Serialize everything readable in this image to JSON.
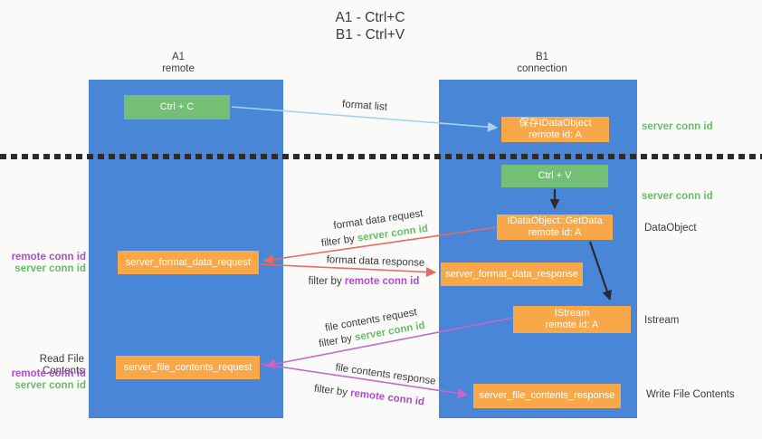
{
  "title": {
    "line1": "A1 - Ctrl+C",
    "line2": "B1 - Ctrl+V"
  },
  "lanes": {
    "left": {
      "name": "A1",
      "sub": "remote"
    },
    "right": {
      "name": "B1",
      "sub": "connection"
    }
  },
  "nodes": {
    "ctrl_c": {
      "label": "Ctrl + C"
    },
    "save_idataobject": {
      "line1": "保存IDataObject",
      "line2": "remote id: A"
    },
    "ctrl_v": {
      "label": "Ctrl + V"
    },
    "getdata": {
      "line1": "IDataObject::GetData",
      "line2": "remote id: A"
    },
    "format_request": {
      "label": "server_format_data_request"
    },
    "format_response": {
      "label": "server_format_data_response"
    },
    "istream": {
      "line1": "IStream",
      "line2": "remote id: A"
    },
    "file_request": {
      "label": "server_file_contents_request"
    },
    "file_response": {
      "label": "server_file_contents_response"
    }
  },
  "edge_labels": {
    "format_list": "format list",
    "format_data_request": "format data request",
    "format_data_response": "format data response",
    "file_contents_request": "file contents request",
    "file_contents_response": "file contents response",
    "filter_by": "filter by",
    "server_conn_id": "server conn id",
    "remote_conn_id": "remote conn id"
  },
  "side_labels": {
    "server_conn_id_top": "server conn id",
    "server_conn_id_mid": "server conn id",
    "dataobject": "DataObject",
    "istream": "Istream",
    "write_file_contents": "Write File Contents",
    "read_file_contents": "Read File Contents",
    "remote_conn_id_1": "remote conn id",
    "server_conn_id_1": "server conn id",
    "remote_conn_id_2": "remote conn id",
    "server_conn_id_2": "server conn id"
  },
  "colors": {
    "lane_blue": "#4a86d8",
    "box_orange": "#f8a848",
    "box_green": "#72bf75",
    "text_green": "#68bd68",
    "text_purple": "#ab4fc8",
    "arrow_red": "#e96a5f",
    "arrow_magenta": "#c767c9",
    "arrow_lightblue": "#a8d2f0",
    "arrow_black": "#2b2b2b"
  }
}
